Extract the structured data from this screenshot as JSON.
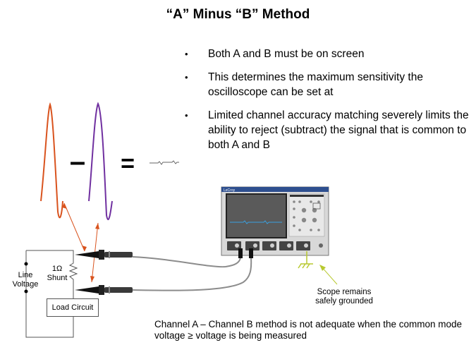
{
  "title": "“A” Minus “B” Method",
  "bullets": [
    "Both A and B must be on screen",
    "This determines the maximum sensitivity the oscilloscope can be set at",
    "Limited channel accuracy matching severely limits the ability to reject (subtract) the signal that is common to both A and B"
  ],
  "bullet_symbol": "•",
  "diagram": {
    "operator_minus": "–",
    "operator_equals": "=",
    "line_voltage_label": "Line Voltage",
    "shunt_label": "1Ω Shunt",
    "load_circuit_label": "Load Circuit",
    "scope_note": "Scope remains safely grounded",
    "scope_brand": "LeCroy",
    "colors": {
      "signal_a": "#d9531e",
      "signal_b": "#7030a0",
      "cable": "#8c8c8c",
      "ground": "#b8c930",
      "scope_trace": "#3aa0e0"
    }
  },
  "footer_note": "Channel A – Channel B method is not adequate when the common mode voltage ≥ voltage is being measured"
}
